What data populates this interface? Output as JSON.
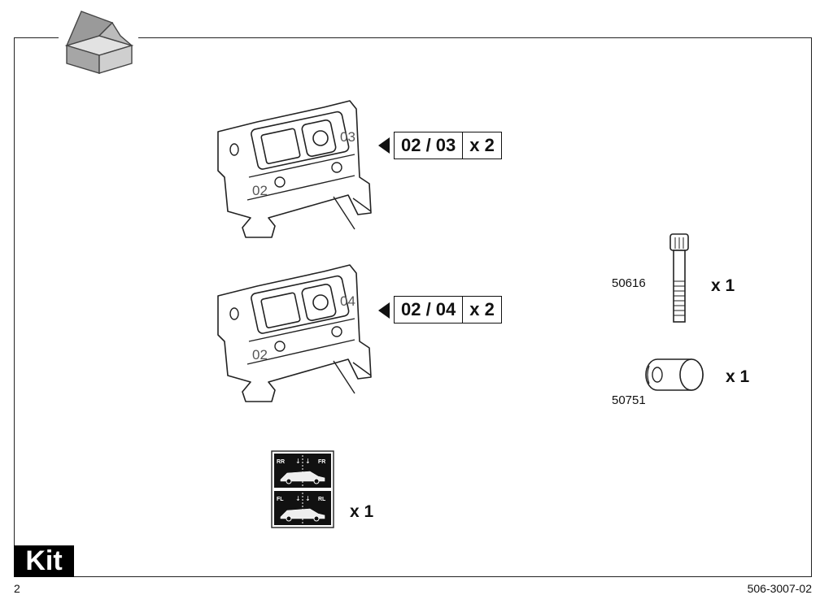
{
  "page": {
    "number": "2",
    "doc_id": "506-3007-02",
    "section": "Kit"
  },
  "parts": [
    {
      "code": "02 / 03",
      "qty": "x 2",
      "tag_upper": "03",
      "tag_lower": "02"
    },
    {
      "code": "02 / 04",
      "qty": "x 2",
      "tag_upper": "04",
      "tag_lower": "02"
    }
  ],
  "hardware": [
    {
      "part_number": "50616",
      "qty": "x 1"
    },
    {
      "part_number": "50751",
      "qty": "x 1"
    }
  ],
  "sticker": {
    "qty": "x 1",
    "top_labels": [
      "RR",
      "FR"
    ],
    "bottom_labels": [
      "FL",
      "RL"
    ]
  }
}
